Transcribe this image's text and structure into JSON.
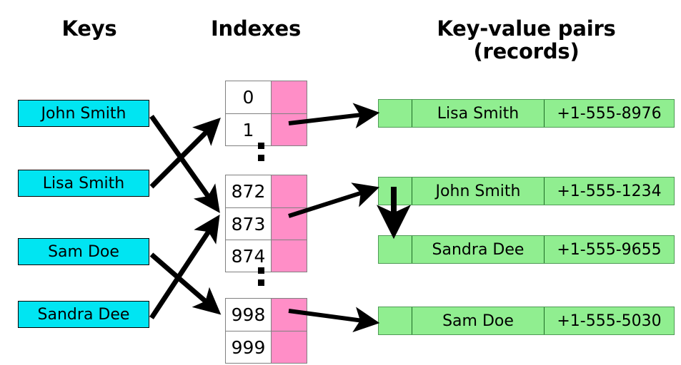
{
  "headings": {
    "keys": "Keys",
    "indexes": "Indexes",
    "records": "Key-value pairs\n(records)"
  },
  "colors": {
    "key_fill": "#00e5f2",
    "index_fill": "#ffffff",
    "slot_fill": "#ff8ec7",
    "record_fill": "#90ee90",
    "border": "#000000",
    "arrow": "#000000"
  },
  "keys": [
    {
      "label": "John Smith",
      "maps_to": "873"
    },
    {
      "label": "Lisa Smith",
      "maps_to": "1"
    },
    {
      "label": "Sam Doe",
      "maps_to": "998"
    },
    {
      "label": "Sandra Dee",
      "maps_to": "873"
    }
  ],
  "index_groups": [
    {
      "rows": [
        {
          "index": "0"
        },
        {
          "index": "1"
        }
      ]
    },
    {
      "rows": [
        {
          "index": "872"
        },
        {
          "index": "873"
        },
        {
          "index": "874"
        }
      ]
    },
    {
      "rows": [
        {
          "index": "998"
        },
        {
          "index": "999"
        }
      ]
    }
  ],
  "ellipsis": "··",
  "records": [
    {
      "name": "Lisa Smith",
      "phone": "+1-555-8976",
      "from_index": "1"
    },
    {
      "name": "John Smith",
      "phone": "+1-555-1234",
      "from_index": "873"
    },
    {
      "name": "Sandra Dee",
      "phone": "+1-555-9655",
      "from_index": "chain"
    },
    {
      "name": "Sam Doe",
      "phone": "+1-555-5030",
      "from_index": "998"
    }
  ]
}
